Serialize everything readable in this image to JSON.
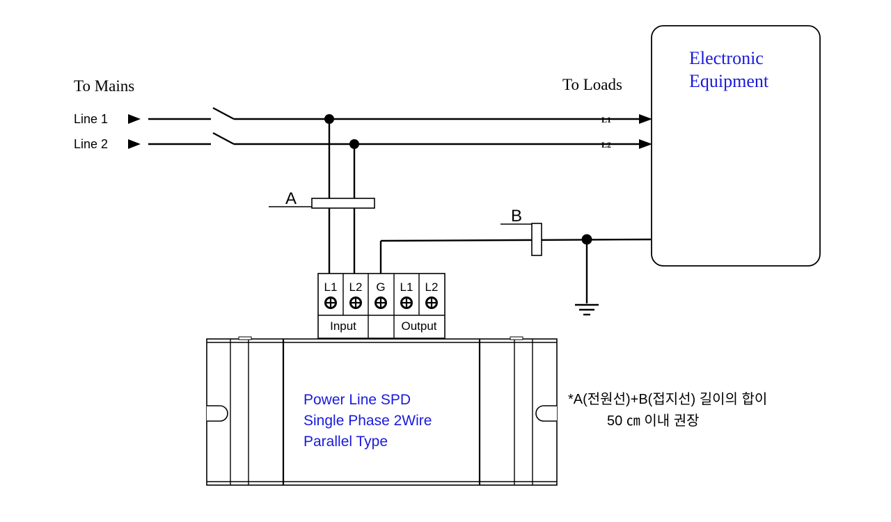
{
  "labels": {
    "to_mains": "To  Mains",
    "to_loads": "To  Loads",
    "line1": "Line 1",
    "line2": "Line 2",
    "l1_out": "L1",
    "l2_out": "L2",
    "label_a": "A",
    "label_b": "B"
  },
  "equipment": {
    "line1": "Electronic",
    "line2": "Equipment"
  },
  "terminals": [
    {
      "label": "L1"
    },
    {
      "label": "L2"
    },
    {
      "label": "G"
    },
    {
      "label": "L1"
    },
    {
      "label": "L2"
    }
  ],
  "terminal_groups": {
    "input": "Input",
    "output": "Output"
  },
  "spd": {
    "line1": "Power Line SPD",
    "line2": "Single Phase 2Wire",
    "line3": "Parallel Type"
  },
  "note": {
    "line1": "*A(전원선)+B(접지선) 길이의 합이",
    "line2": "50 ㎝ 이내 권장"
  },
  "colors": {
    "accent_text": "#1a1adc",
    "line": "#000000"
  }
}
